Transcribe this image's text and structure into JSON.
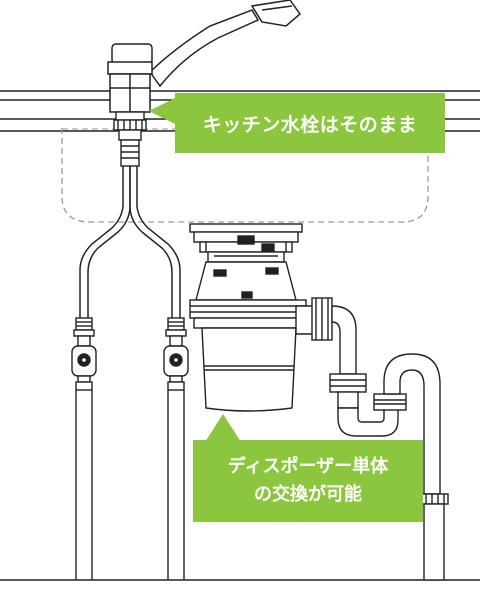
{
  "callouts": {
    "faucet": "キッチン水栓はそのまま",
    "disposer_line1": "ディスポーザー単体",
    "disposer_line2": "の交換が可能"
  },
  "colors": {
    "callout_bg": "#8cc63f",
    "callout_text": "#ffffff",
    "line": "#222222",
    "sink_dash": "#9a9a9a"
  }
}
